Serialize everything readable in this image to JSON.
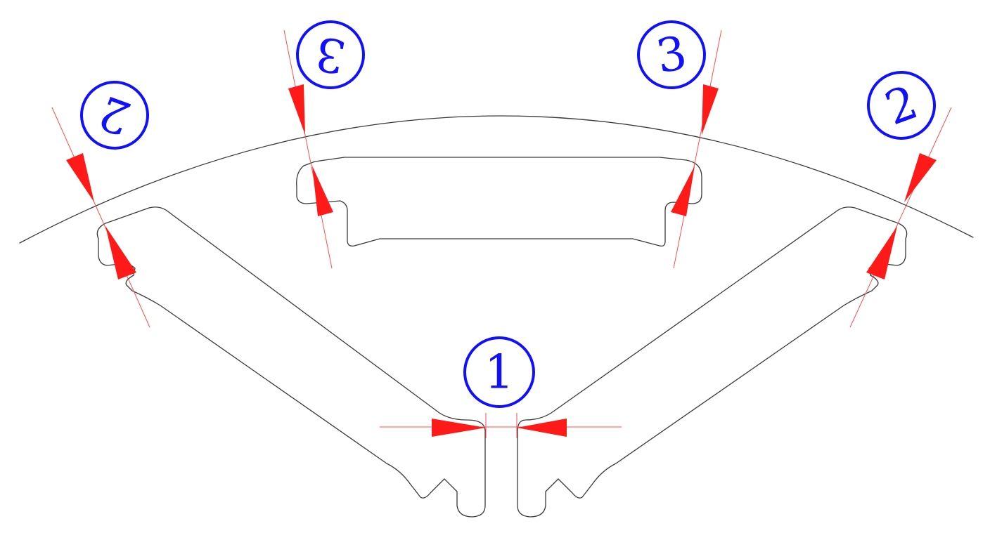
{
  "colors": {
    "outline": "#3a3a3a",
    "dimension": "#ff1a1a",
    "marker": "#1010ff"
  },
  "markers": [
    {
      "id": "m1",
      "label": "1"
    },
    {
      "id": "m2-left",
      "label": "2"
    },
    {
      "id": "m2-right",
      "label": "2"
    },
    {
      "id": "m3-left",
      "label": "3"
    },
    {
      "id": "m3-right",
      "label": "3"
    }
  ]
}
